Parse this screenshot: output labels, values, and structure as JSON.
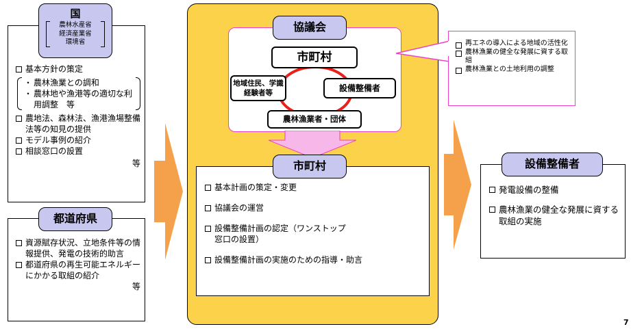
{
  "left": {
    "kuni": {
      "title": "国",
      "ministries": [
        "農林水産省",
        "経済産業省",
        "環境省"
      ],
      "items_top": [
        "基本方針の策定"
      ],
      "bracket_items": [
        "農林漁業との調和",
        "農林地や漁港等の適切な利用調整　等"
      ],
      "items_bottom": [
        "農地法、森林法、漁港漁場整備法等の知見の提供",
        "モデル事例の紹介",
        "相談窓口の設置"
      ],
      "suffix": "等"
    },
    "pref": {
      "title": "都道府県",
      "items": [
        "資源賦存状況、立地条件等の情報提供、発電の技術的助言",
        "都道府県の再生可能エネルギーにかかる取組の紹介"
      ],
      "suffix": "等"
    }
  },
  "center": {
    "council": {
      "title": "協議会",
      "top": "市町村",
      "left": "地域住民、学識経験者等",
      "right": "設備整備者",
      "bottom": "農林漁業者・団体"
    },
    "municipality": {
      "title": "市町村",
      "items": [
        "基本計画の策定・変更",
        "協議会の運営",
        "設備整備計画の認定（ワンストップ窓口の設置）",
        "設備整備計画の実施のための指導・助言"
      ]
    }
  },
  "callout": {
    "items": [
      "再エネの導入による地域の活性化",
      "農林漁業の健全な発展に資する取組",
      "農林漁業との土地利用の調整"
    ]
  },
  "right": {
    "title": "設備整備者",
    "items": [
      "発電設備の整備",
      "農林漁業の健全な発展に資する取組の実施"
    ]
  },
  "page_number": "7",
  "colors": {
    "center_panel": "#fcd24a",
    "lavender": "#c7c7f0",
    "arrow_orange": "#f5a14b",
    "arrow_pink": "#f7b7e8",
    "magenta": "#ec3fcb",
    "ring_red": "#e8211c"
  }
}
